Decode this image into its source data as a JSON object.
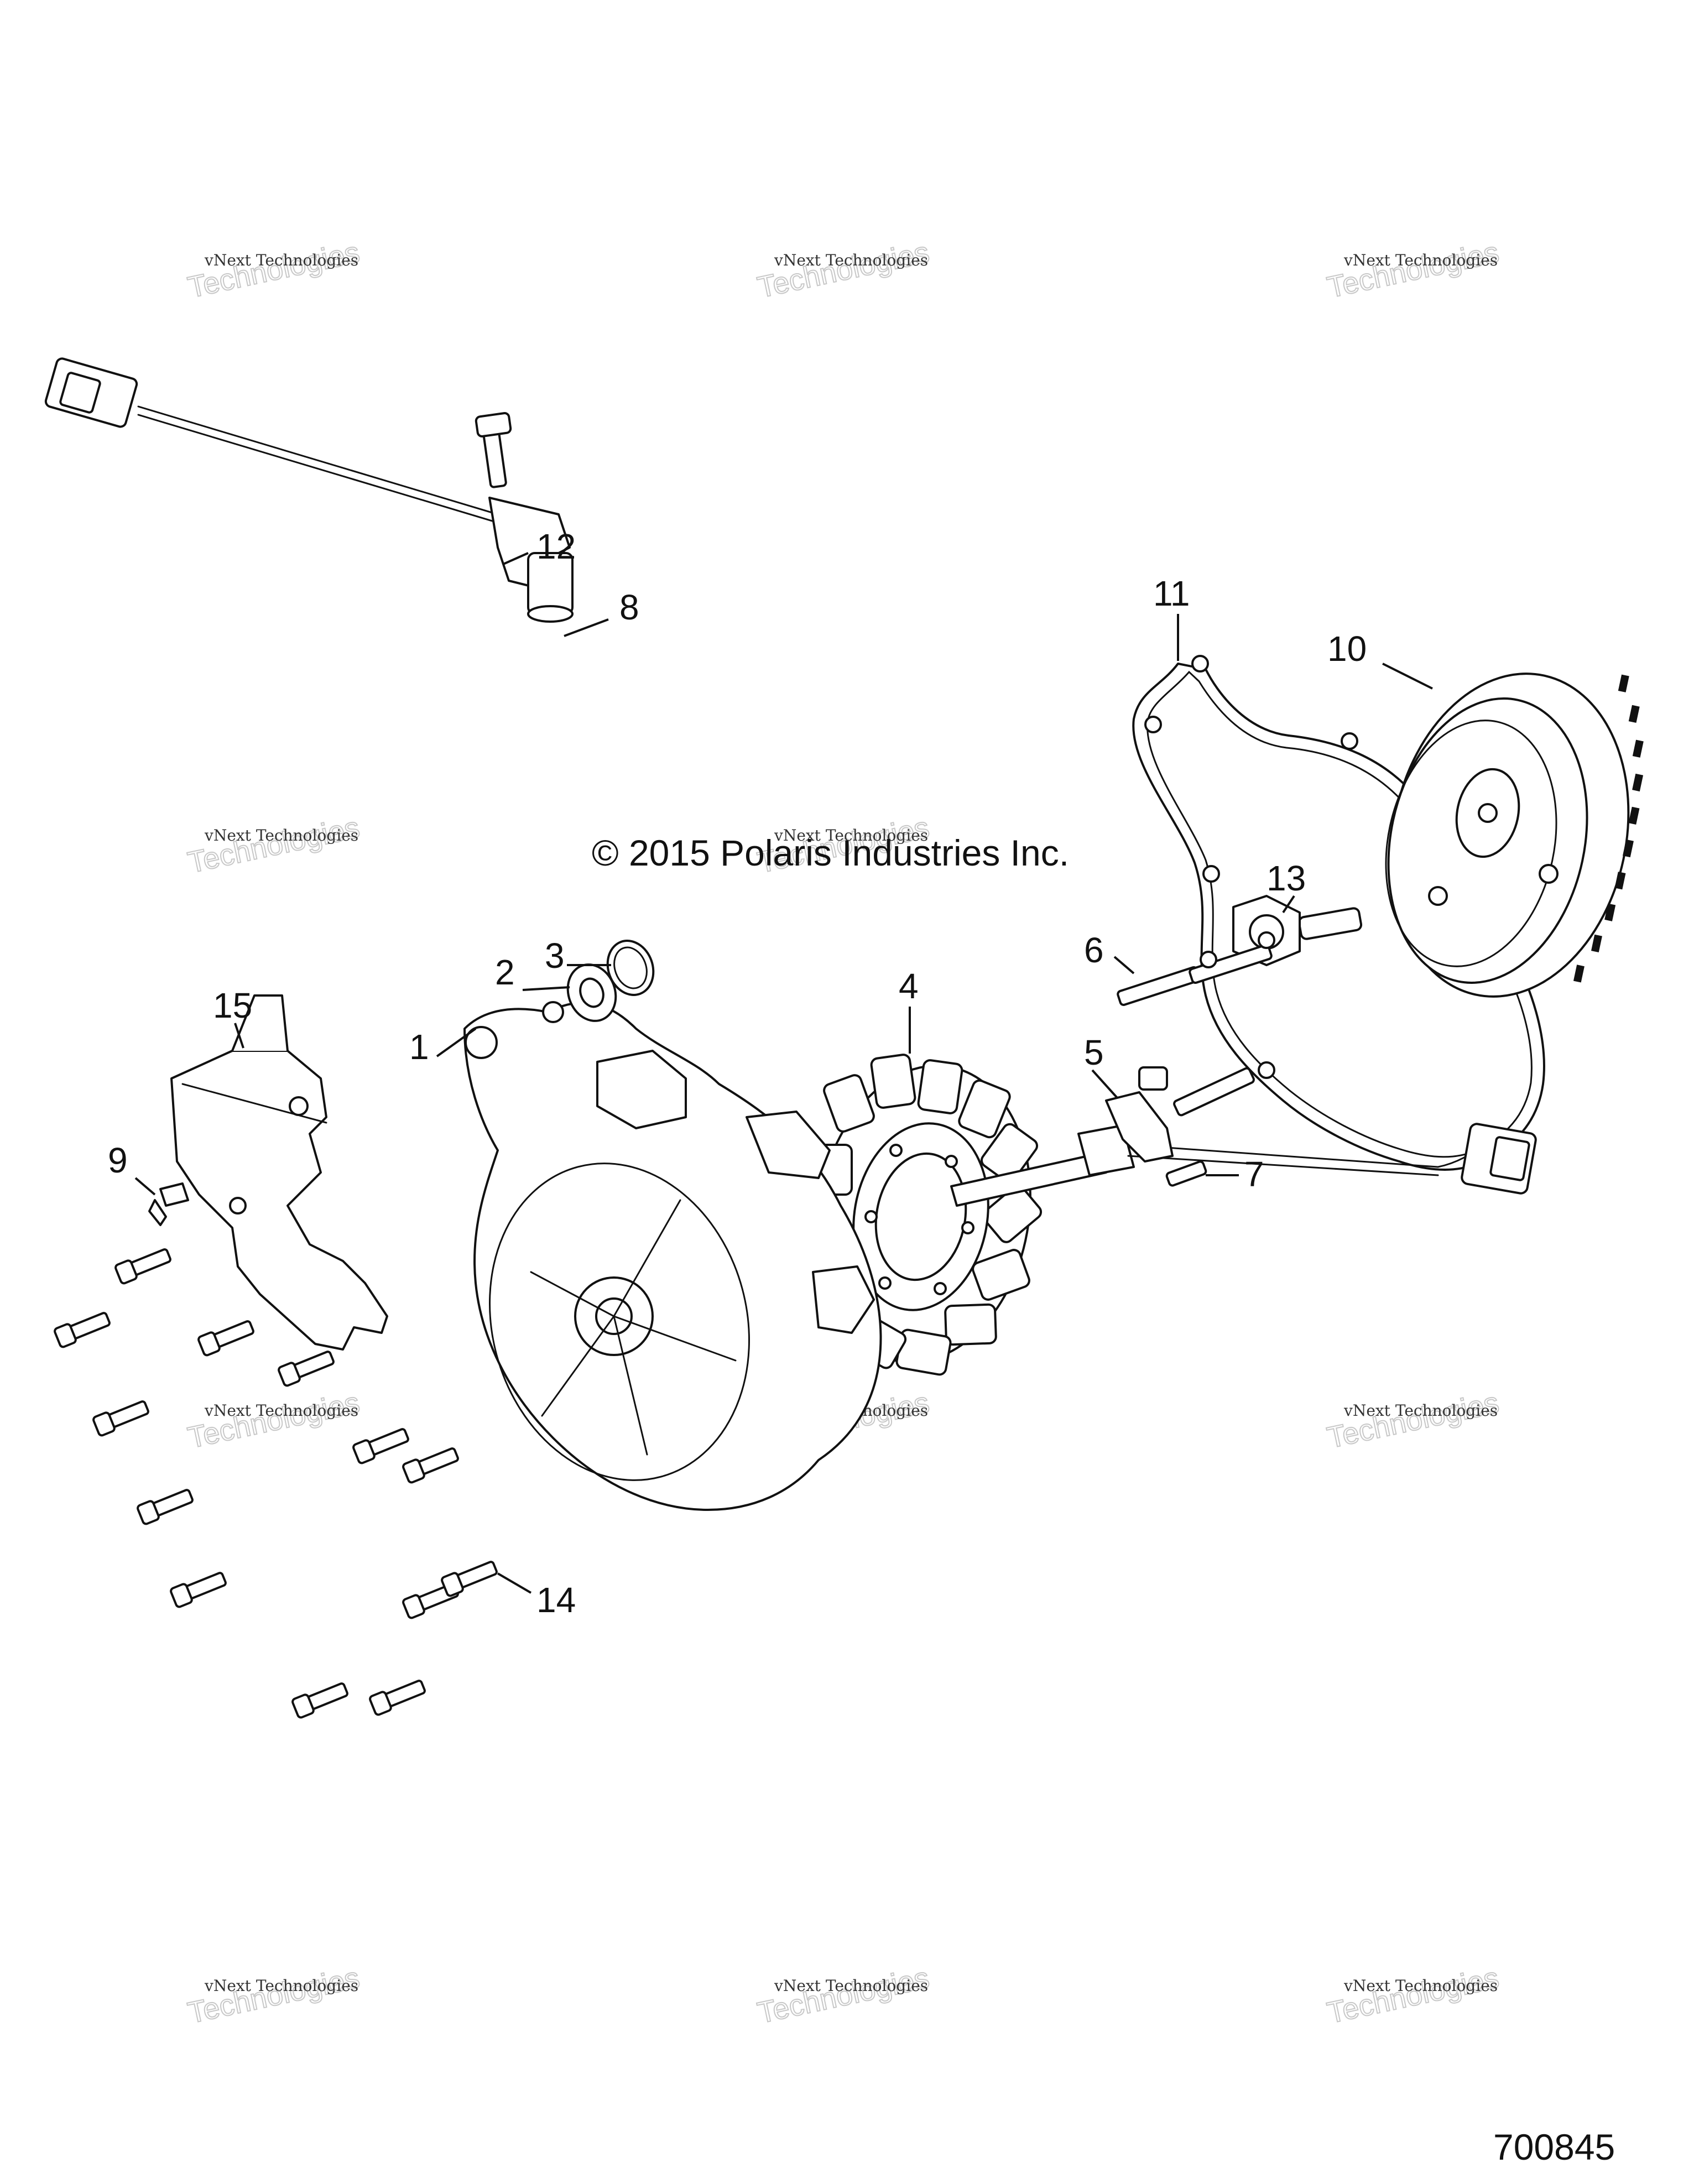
{
  "copyright": "© 2015 Polaris Industries Inc.",
  "document_number": "700845",
  "watermark": {
    "line1": "vNext Technologies",
    "line2": "Technologies"
  },
  "callouts": [
    "1",
    "2",
    "3",
    "4",
    "5",
    "6",
    "7",
    "8",
    "9",
    "10",
    "11",
    "12",
    "13",
    "14",
    "15"
  ]
}
